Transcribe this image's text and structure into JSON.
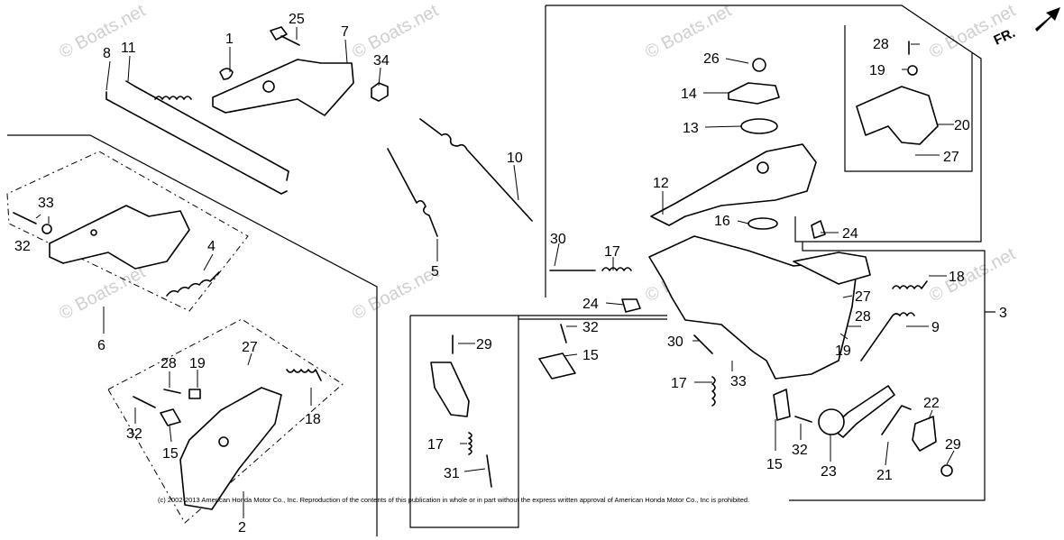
{
  "diagram": {
    "labels": [
      "1",
      "2",
      "3",
      "4",
      "5",
      "6",
      "7",
      "8",
      "9",
      "10",
      "11",
      "12",
      "13",
      "14",
      "15",
      "16",
      "17",
      "18",
      "19",
      "20",
      "21",
      "22",
      "23",
      "24",
      "25",
      "26",
      "27",
      "28",
      "29",
      "30",
      "31",
      "32",
      "33",
      "34"
    ],
    "watermark": "© Boats.net",
    "copyright": "(c) 2002-2013 American Honda Motor Co., Inc. Reproduction of the contents of this publication in whole or in part without the express written approval of American Honda Motor Co., Inc is prohibited.",
    "direction_label": "FR."
  }
}
